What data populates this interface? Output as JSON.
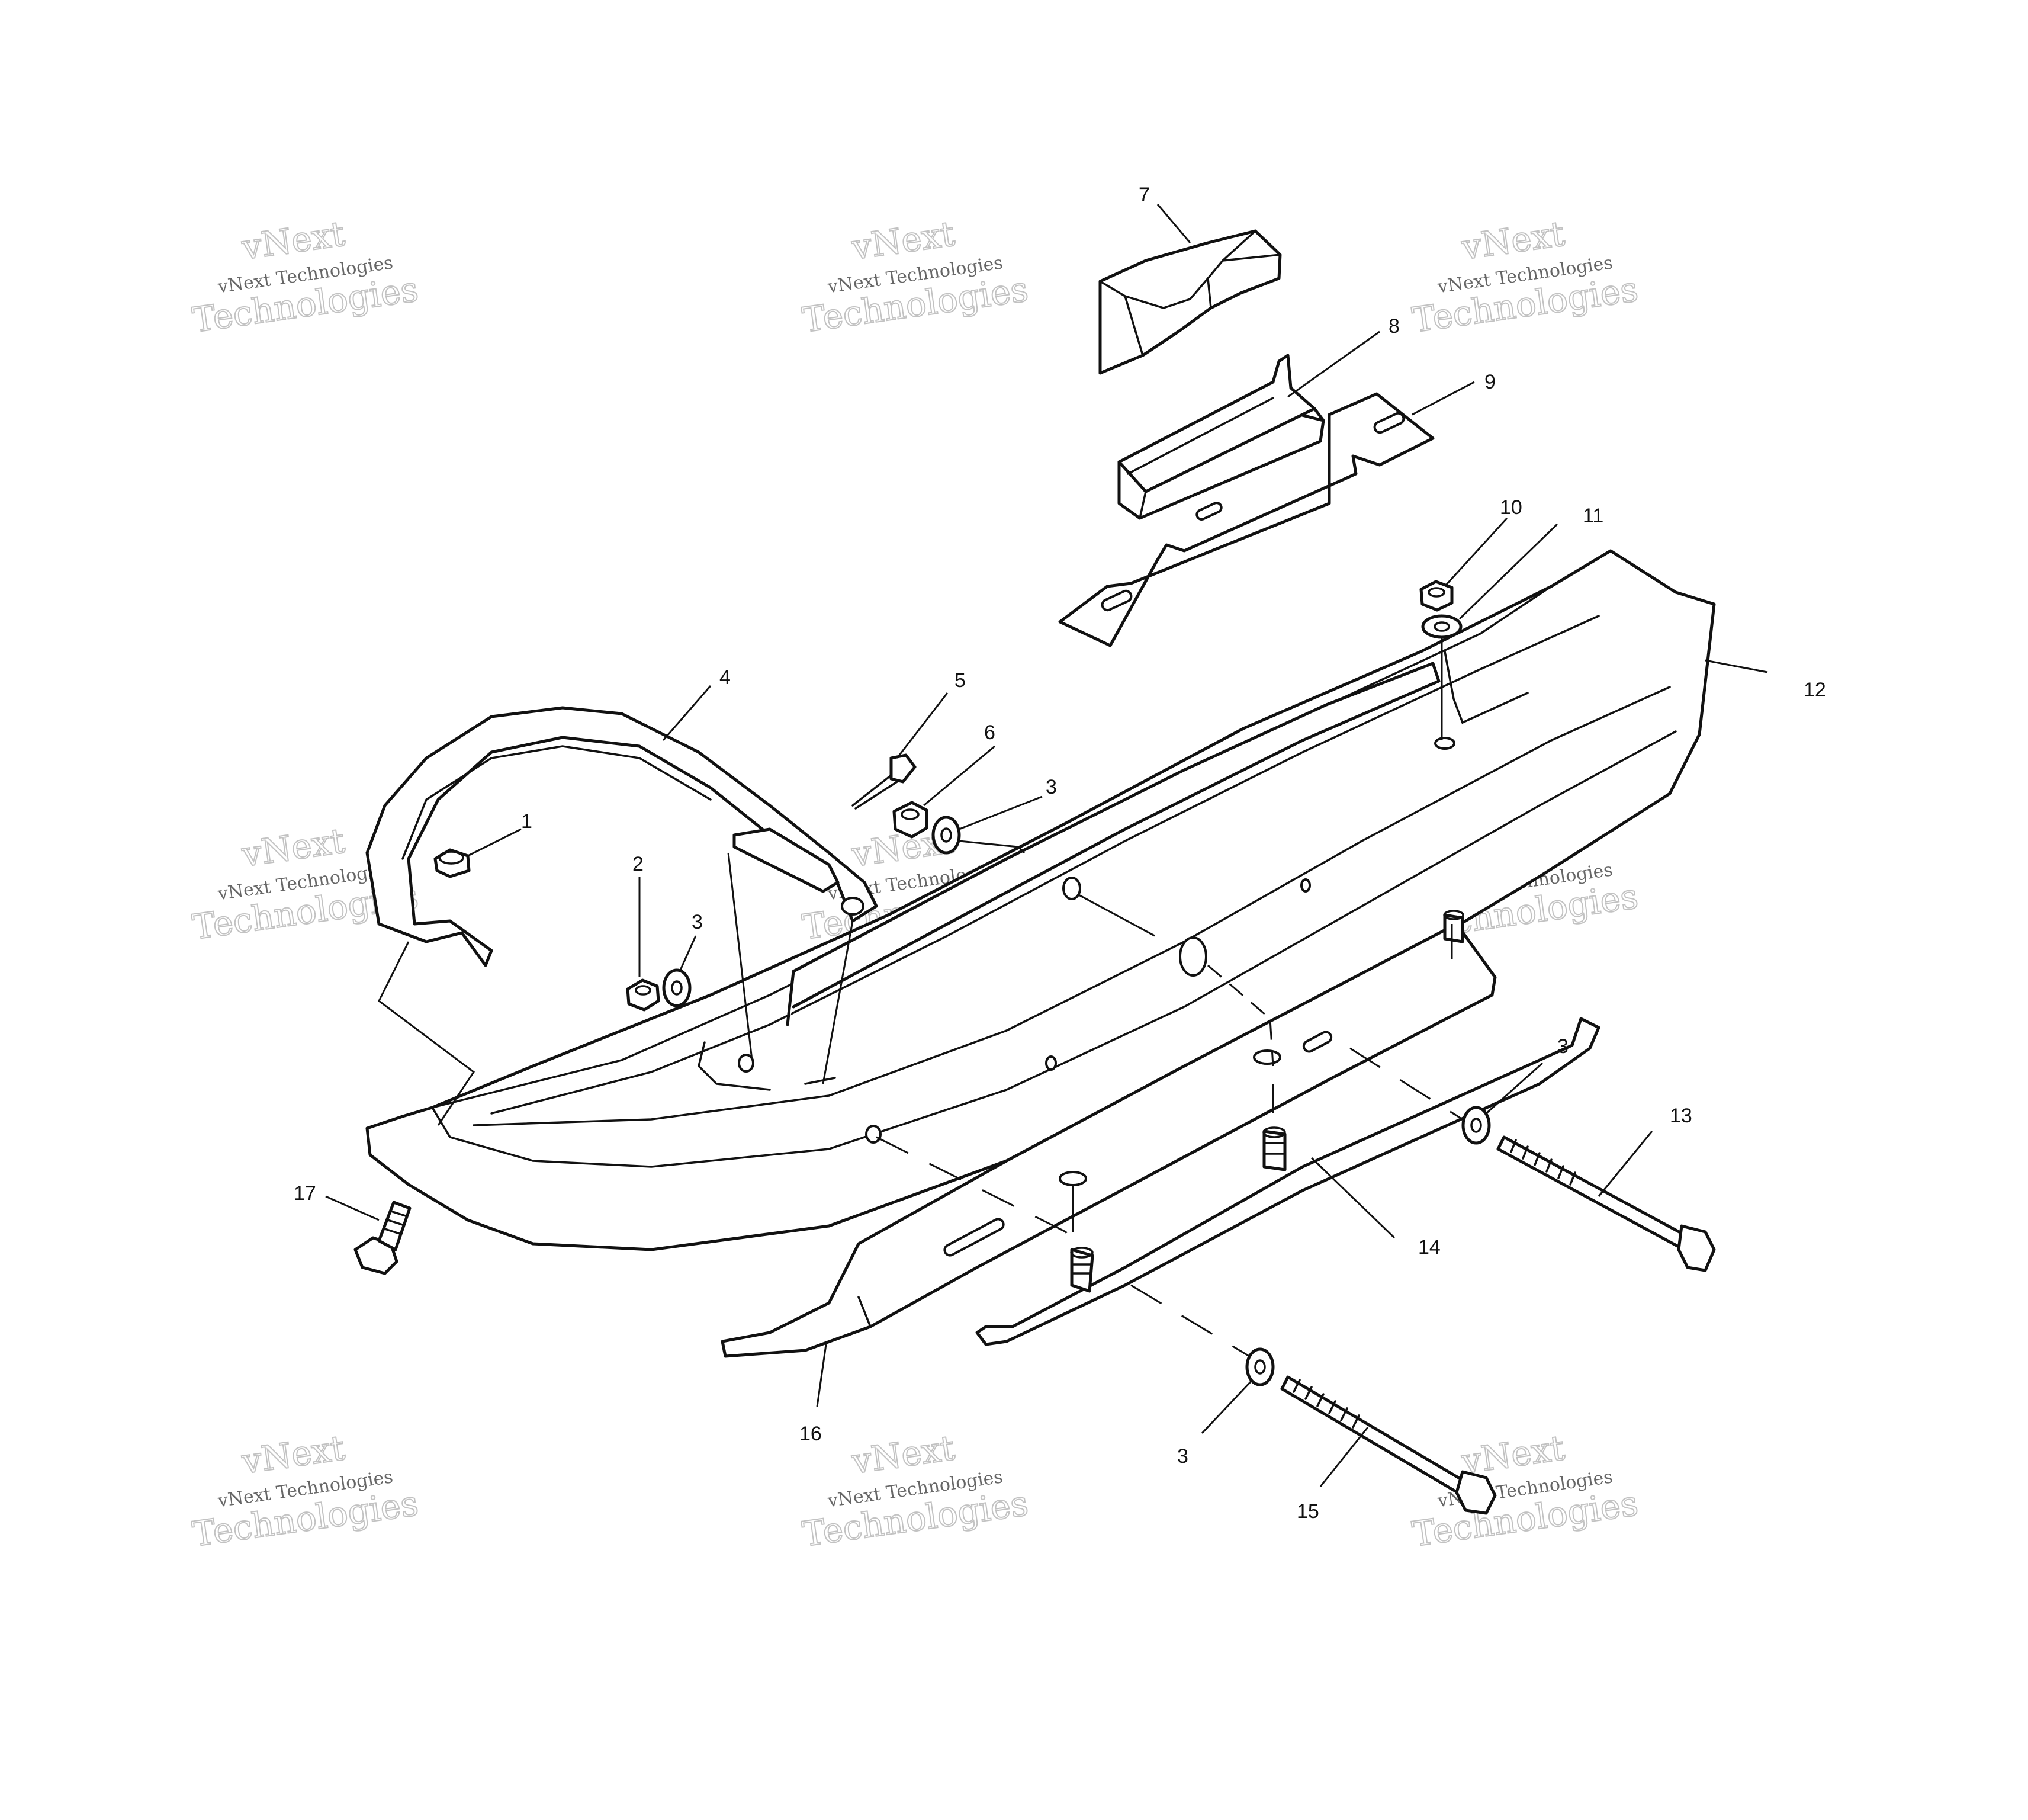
{
  "watermark": {
    "line1": "vNext",
    "line2": "vNext Technologies",
    "line3": "Technologies"
  },
  "callouts": {
    "c1": "1",
    "c2": "2",
    "c3a": "3",
    "c3b": "3",
    "c3c": "3",
    "c3d": "3",
    "c4": "4",
    "c5": "5",
    "c6": "6",
    "c7": "7",
    "c8": "8",
    "c9": "9",
    "c10": "10",
    "c11": "11",
    "c12": "12",
    "c13": "13",
    "c14": "14",
    "c15": "15",
    "c16": "16",
    "c17": "17"
  }
}
